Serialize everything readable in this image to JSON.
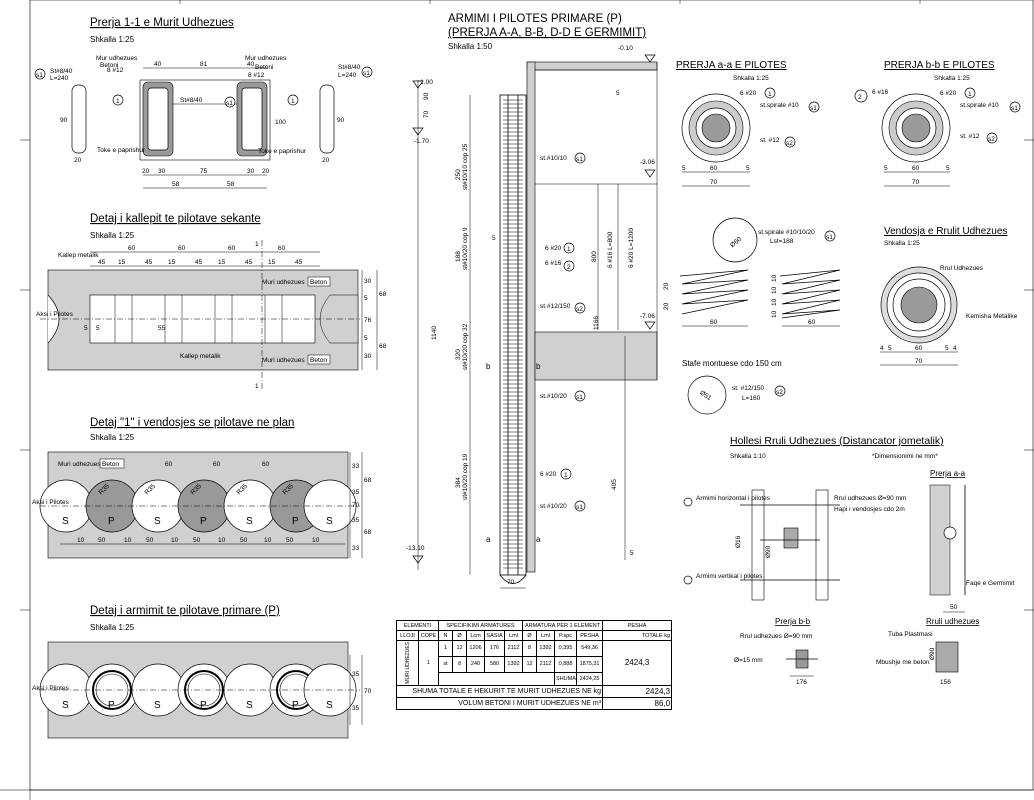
{
  "sheet_frame": {
    "border_color": "#000000"
  },
  "sections": {
    "murit_udhezues": {
      "title": "Prerja 1-1 e Murit Udhezues",
      "scale": "Shkalla 1:25",
      "labels": {
        "mur_udhezues": "Mur udhezues",
        "betoni": "Betoni",
        "toke_e_paprishur_l": "Toke e paprishur",
        "toke_e_paprishur_r": "Toke e paprishur",
        "st_left": "St#8/40",
        "l_left": "L=240",
        "st_right": "St#8/40",
        "l_right": "L=240",
        "st_mid": "St#8/40",
        "bar_l": "8 #12",
        "bar_r": "8 #12",
        "d40a": "40",
        "d81": "81",
        "d40b": "40",
        "d30a": "30",
        "d75": "75",
        "d30b": "30",
        "d58a": "58",
        "d58b": "58",
        "d90a": "90",
        "d90b": "90",
        "d100": "100",
        "d20a": "20",
        "d20b": "20",
        "d20c": "20",
        "d20d": "20",
        "m1": "1",
        "m2": "1",
        "s1a": "s1",
        "s1b": "s1",
        "s1c": "s1"
      }
    },
    "kallepi": {
      "title": "Detaj i kallepit te pilotave sekante",
      "scale": "Shkalla 1:25",
      "labels": {
        "kallep_metalik": "Kallep metalik",
        "kallep_metalik2": "Kallep metalik",
        "muri_udhezues_top": "Muri udhezues",
        "muri_udhezues_bot": "Muri udhezues",
        "beton_top": "Beton",
        "beton_bot": "Beton",
        "aksi": "Aksi i Pilotes",
        "d60": [
          "60",
          "60",
          "60",
          "60"
        ],
        "d15_45": [
          "45",
          "15",
          "45",
          "15",
          "45",
          "15",
          "45",
          "15",
          "45"
        ],
        "d5": "5",
        "d55": "55",
        "d5b": "5",
        "r30a": "30",
        "r68a": "68",
        "r5a": "5",
        "r76": "76",
        "r5b": "5",
        "r30b": "30",
        "r68b": "68",
        "cut": "1"
      }
    },
    "detaj1": {
      "title": "Detaj \"1\" i vendosjes se pilotave ne plan",
      "scale": "Shkalla 1:25",
      "labels": {
        "muri_udhezues": "Muri udhezues",
        "beton": "Beton",
        "aksi": "Aksi i Pilotes",
        "piles": [
          "S",
          "P",
          "S",
          "P",
          "S",
          "P",
          "S"
        ],
        "d60": [
          "60",
          "60",
          "60"
        ],
        "r": [
          "R35",
          "R35",
          "R35",
          "R35",
          "R35"
        ],
        "bot": [
          "10",
          "50",
          "10",
          "50",
          "10",
          "50",
          "10",
          "50",
          "10",
          "50",
          "10"
        ],
        "right": [
          "33",
          "35",
          "70",
          "35",
          "33"
        ],
        "right2": [
          "68",
          "68"
        ]
      }
    },
    "armimit": {
      "title": "Detaj i armimit te pilotave  primare  (P)",
      "scale": "Shkalla 1:25",
      "labels": {
        "aksi": "Aksi i Pilotes",
        "piles": [
          "S",
          "P",
          "S",
          "P",
          "S",
          "P",
          "S"
        ],
        "r35a": "35",
        "r35b": "35",
        "r70": "70"
      }
    },
    "armimi_pilotes": {
      "title": "ARMIMI I PILOTES PRIMARE (P)",
      "title2": "(PRERJA A-A, B-B, D-D E GERMIMIT)",
      "scale": "Shkalla 1:50",
      "levels": {
        "l1": "-0.10",
        "l2": "-1.00",
        "l3": "-1.70",
        "l4": "-3.06",
        "l5": "-7.06",
        "l6": "-13.10"
      },
      "labels": {
        "st10_10": "st.#10/10",
        "st12_150": "st.#12/150",
        "st10_20a": "st.#10/20",
        "st10_20b": "st.#10/20",
        "b6_20a": "6 #20",
        "b6_16": "6 #16",
        "b6_20b": "6 #20",
        "cop25": "st#10/10 cop 25",
        "cop9": "st#10/20 cop 9",
        "cop32": "st#10/20 cop 32",
        "cop19": "st#10/20 cop 19",
        "d70": "70",
        "d5a": "5",
        "d5b": "5",
        "d5c": "5",
        "d1140": "1140",
        "d250": "250",
        "d188": "188",
        "d320": "320",
        "d384": "384",
        "d800": "800",
        "l800": "6 #16 L=800",
        "l1200": "6 #20 L=1200",
        "d1166": "1166",
        "d405": "405",
        "d90": "90",
        "d70b": "70",
        "sec_b": "b",
        "sec_a": "a",
        "m1": "1",
        "m2": "2",
        "ms1a": "s1",
        "ms2": "s2",
        "ms1b": "s1",
        "ms1c": "s1",
        "m1b": "1"
      }
    },
    "prerja_aa": {
      "title": "PRERJA a-a E PILOTES",
      "scale": "Shkalla 1:25",
      "labels": {
        "b620": "6 #20",
        "spir": "st.spirale #10",
        "st12": "st. #12",
        "d5a": "5",
        "d60": "60",
        "d5b": "5",
        "d70": "70",
        "m1": "1",
        "ms1": "s1",
        "ms2": "s2"
      }
    },
    "prerja_bb": {
      "title": "PRERJA b-b E PILOTES",
      "scale": "Shkalla 1:25",
      "labels": {
        "b616": "6 #16",
        "b620": "6 #20",
        "spir": "st.spirale #10",
        "st12": "st. #12",
        "d5a": "5",
        "d60": "60",
        "d5b": "5",
        "d70": "70",
        "m1": "1",
        "m2": "2",
        "ms1": "s1",
        "ms2": "s2"
      }
    },
    "spirale": {
      "labels": {
        "spir": "st.spirale #10/10/20",
        "lst": "Lst=188",
        "d60": "60",
        "d60b": "60",
        "dim": "Ø60",
        "d20a": "20",
        "d20b": "20",
        "d10a": "10",
        "d10b": "10",
        "d10c": "10",
        "d10d": "10",
        "ms1": "s1"
      }
    },
    "stafe": {
      "title": "Stafe montuese cdo 150 cm",
      "labels": {
        "st": "st. #12/150",
        "l": "L=160",
        "dim": "Ø51",
        "ms2": "s2"
      }
    },
    "rruli": {
      "title": "Vendosja e Rrulit Udhezues",
      "scale": "Shkalla 1:25",
      "labels": {
        "rruli": "Rrul Udhezues",
        "kemisha": "Kemisha Metalike",
        "d4a": "4",
        "d5a": "5",
        "d60": "60",
        "d5b": "5",
        "d4b": "4",
        "d70": "70"
      }
    },
    "hollesi": {
      "title": "Hollesi Rruli Udhezues (Distancator jometalik)",
      "scale": "Shkalla 1:10",
      "note": "*Dimensionimi ne mm*",
      "labels": {
        "armimi_h": "Armimi horizontal i pilotes",
        "armimi_v": "Armimi vertikal i pilotes",
        "rrul": "Rrul udhezues Ø=90 mm",
        "hapi": "Hapi i vendosjes cdo 2m",
        "d16": "Ø16",
        "d90": "Ø90",
        "prerja_aa": "Prerja a-a",
        "faqe": "Faqe e Germimit",
        "d50": "50",
        "prerja_bb": "Prerja b-b",
        "rrul_bb": "Rrul udhezues Ø=90 mm",
        "phi15": "Ø=15 mm",
        "d176": "176",
        "rruli_udhezues": "Rruli udhezues",
        "tuba": "Tuba Plastmasi",
        "mbushje": "Mbushje me beton",
        "dd90": "Ø90",
        "d156": "156"
      }
    },
    "table": {
      "headers": {
        "elementi": "ELEMENTI",
        "specifikimi": "SPECIFIKIMI ARMATURES",
        "armatura": "ARMATURA PER 1 ELEMENT",
        "pesha": "PESHA",
        "lloji": "LLOJI",
        "cope": "COPE",
        "n": "N",
        "phi": "Ø",
        "lcm": "Lcm",
        "sasia": "SASIA",
        "lml": "Lml",
        "phi2": "Ø",
        "lml2": "Lml",
        "pspc": "P.spc",
        "pesha2": "PESHA",
        "totale": "TOTALE kg"
      },
      "element_name": "MURI UDHEZUES",
      "cope": "1",
      "rows": [
        {
          "n": "1",
          "phi": "12",
          "lcm": "1206",
          "sasia": "176",
          "lml": "2112",
          "phi2": "8",
          "lml2": "1392",
          "pspc": "0,395",
          "pesha": "549,36"
        },
        {
          "n": "st",
          "phi": "8",
          "lcm": "240",
          "sasia": "580",
          "lml": "1392",
          "phi2": "12",
          "lml2": "2112",
          "pspc": "0,888",
          "pesha": "1875,31"
        }
      ],
      "shuma_label": "SHUMA",
      "shuma": "2424,25",
      "total": "2424,3",
      "footer1": "SHUMA TOTALE E HEKURIT TE MURIT UDHEZUES  NE kg",
      "footer1_val": "2424,3",
      "footer2": "VOLUM BETONI I MURIT UDHEZUES NE m³",
      "footer2_val": "86,0"
    }
  }
}
